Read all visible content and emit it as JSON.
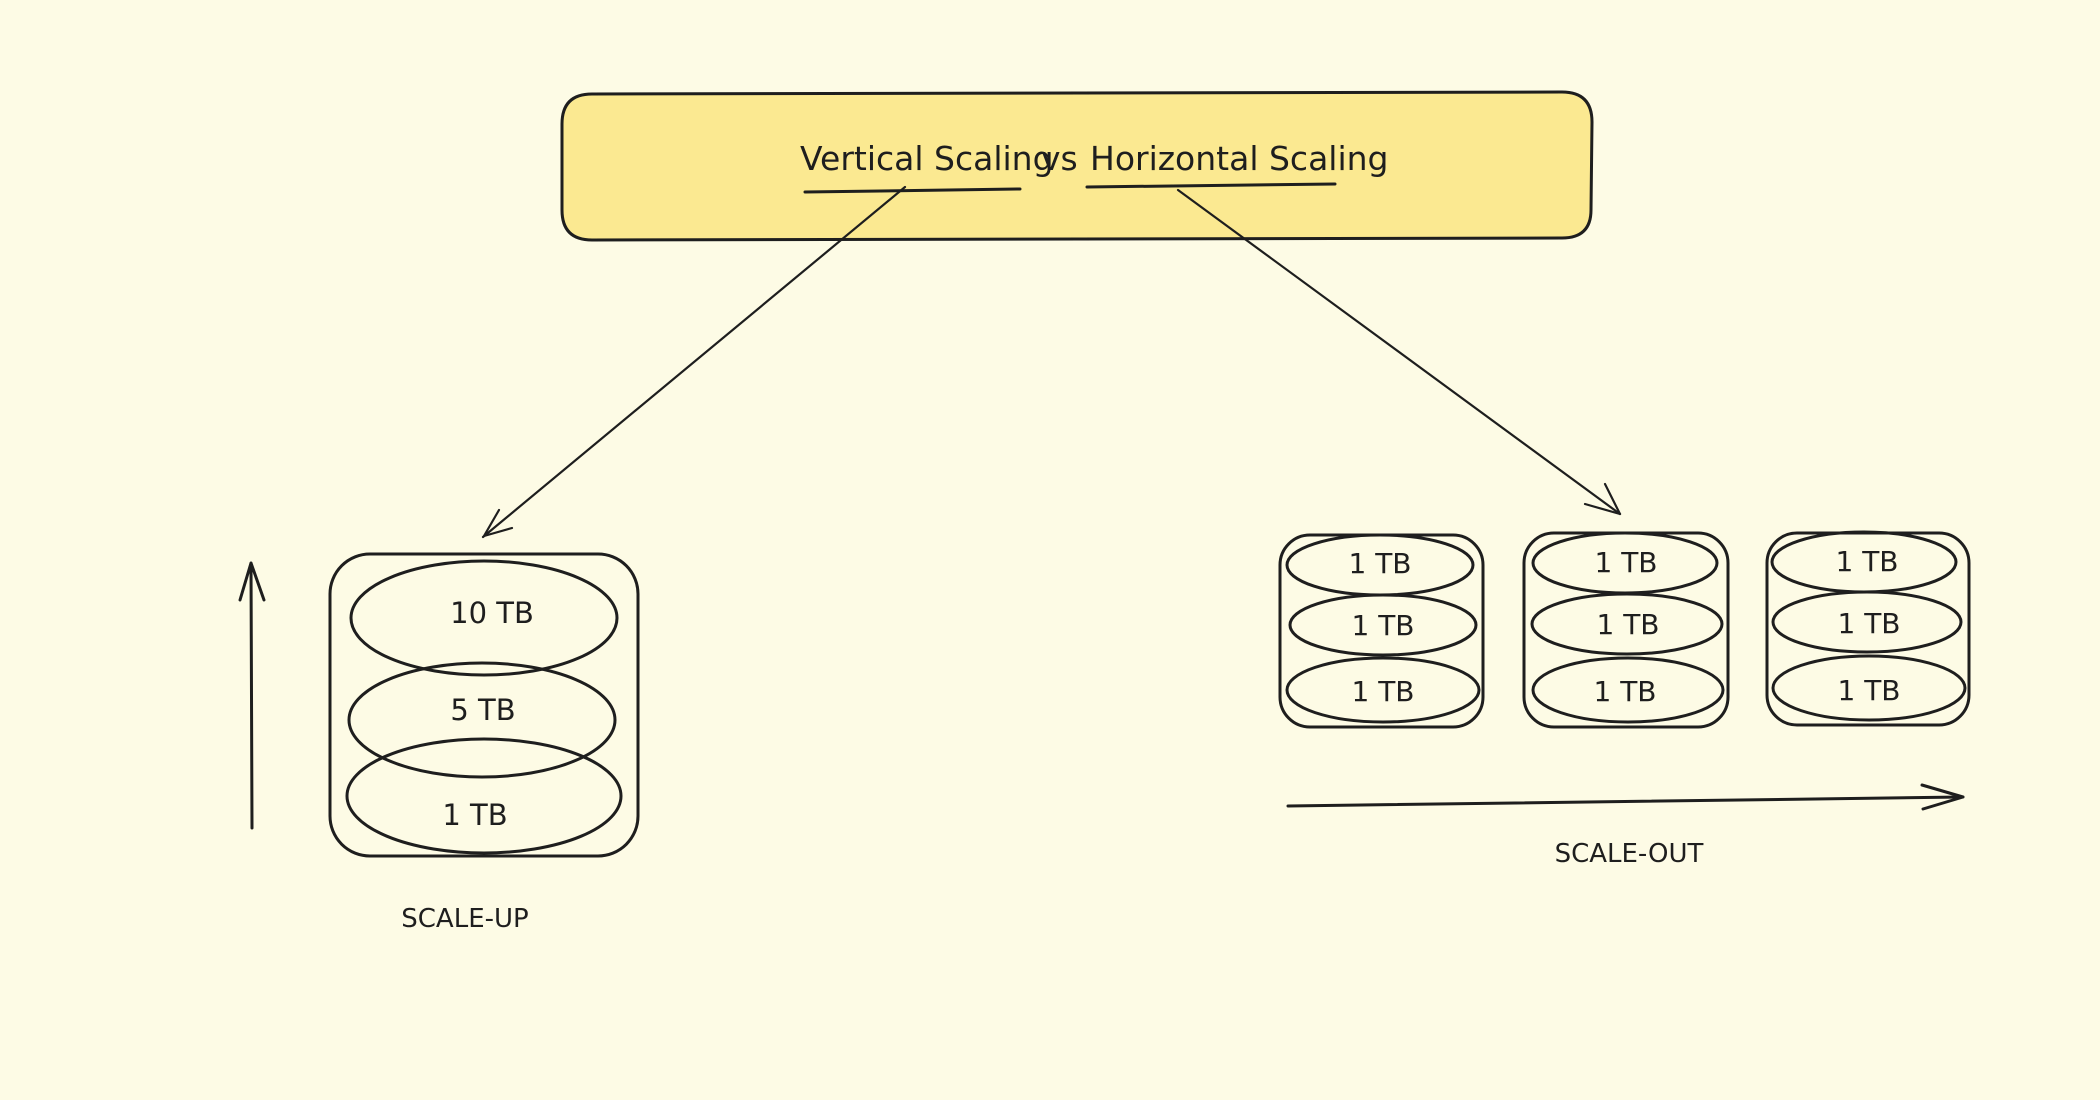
{
  "title": {
    "left": "Vertical Scaling",
    "middle": "vs",
    "right": "Horizontal Scaling"
  },
  "scale_up": {
    "caption": "SCALE-UP",
    "disks": [
      "10 TB",
      "5 TB",
      "1 TB"
    ]
  },
  "scale_out": {
    "caption": "SCALE-OUT",
    "nodes": [
      {
        "disks": [
          "1 TB",
          "1 TB",
          "1 TB"
        ]
      },
      {
        "disks": [
          "1 TB",
          "1 TB",
          "1 TB"
        ]
      },
      {
        "disks": [
          "1 TB",
          "1 TB",
          "1 TB"
        ]
      }
    ]
  },
  "colors": {
    "background": "#fdfbe5",
    "title_box_fill": "#fbe991",
    "ink": "#1e1e1e"
  }
}
